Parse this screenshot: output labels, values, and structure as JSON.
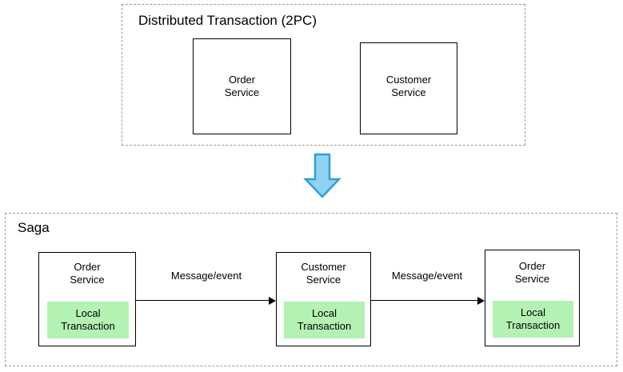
{
  "diagram": {
    "title_top": "Distributed Transaction (2PC)",
    "title_bottom": "Saga",
    "colors": {
      "arrow_fill": "#8fd2f2",
      "arrow_stroke": "#2e9fd8",
      "local_transaction_fill": "#b3f2b3",
      "box_stroke": "#000000",
      "group_stroke": "#9a9a9a",
      "background": "#ffffff"
    },
    "two_pc": {
      "label": "Distributed Transaction (2PC)",
      "services": [
        {
          "name": "Order\nService"
        },
        {
          "name": "Customer\nService"
        }
      ]
    },
    "transition": {
      "icon": "down-arrow-icon"
    },
    "saga": {
      "label": "Saga",
      "services": [
        {
          "name": "Order\nService",
          "local": "Local\nTransaction"
        },
        {
          "name": "Customer\nService",
          "local": "Local\nTransaction"
        },
        {
          "name": "Order\nService",
          "local": "Local\nTransaction"
        }
      ],
      "connectors": [
        {
          "label": "Message/event"
        },
        {
          "label": "Message/event"
        }
      ]
    }
  }
}
